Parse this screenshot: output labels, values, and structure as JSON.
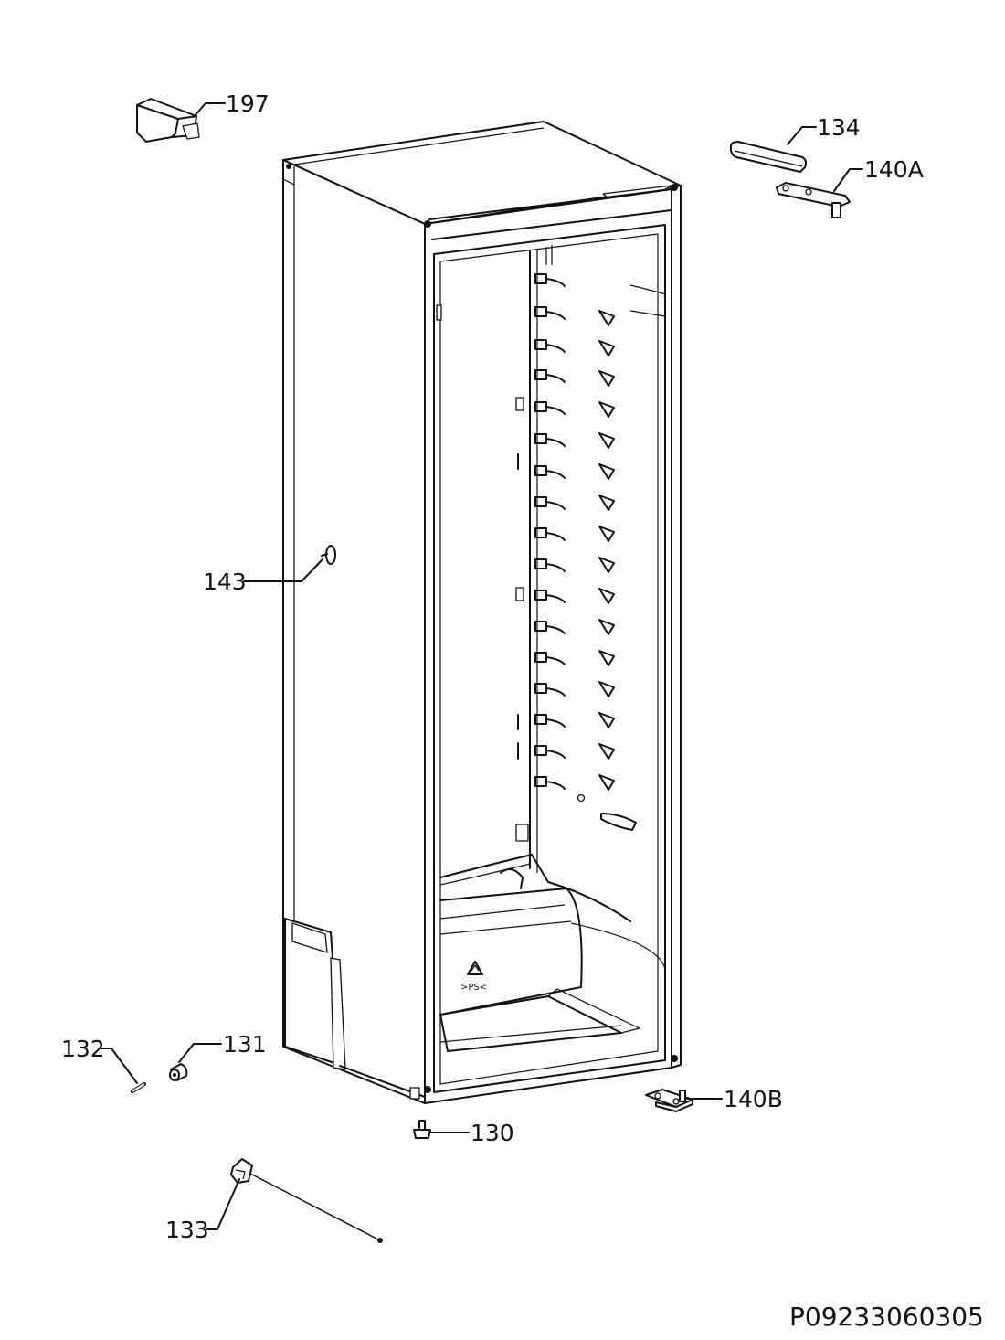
{
  "labels": {
    "p197": "197",
    "p134": "134",
    "p140a": "140A",
    "p143": "143",
    "p132": "132",
    "p131": "131",
    "p140b": "140B",
    "p130": "130",
    "p133": "133"
  },
  "recycle_mark": ">PS<",
  "drawing_ref": "P09233060305"
}
